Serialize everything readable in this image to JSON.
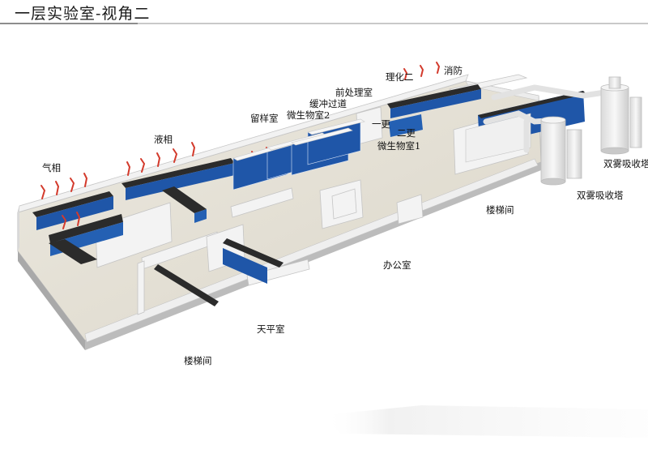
{
  "title": "一层实验室-视角二",
  "colors": {
    "floor": "#e5e1d6",
    "wall_top": "#f4f4f4",
    "wall_side": "#cfcfcf",
    "cabinet_blue": "#1f56a8",
    "bench_top": "#2b2b2b",
    "tower": "#ececec"
  },
  "labels": {
    "gas_phase": "气相",
    "liquid_phase": "液相",
    "sample_room": "留样室",
    "microbe_room_2": "微生物室2",
    "buffer_corridor": "缓冲过道",
    "pretreatment_room": "前处理室",
    "physchem_2": "理化二",
    "fire_control": "消防",
    "change_room_1": "一更",
    "change_room_2": "二更",
    "microbe_room_1": "微生物室1",
    "double_mist_tower_a": "双雾吸收塔",
    "double_mist_tower_b": "双雾吸收塔",
    "stairwell_right": "楼梯间",
    "office": "办公室",
    "balance_room": "天平室",
    "stairwell_bottom": "楼梯间"
  }
}
